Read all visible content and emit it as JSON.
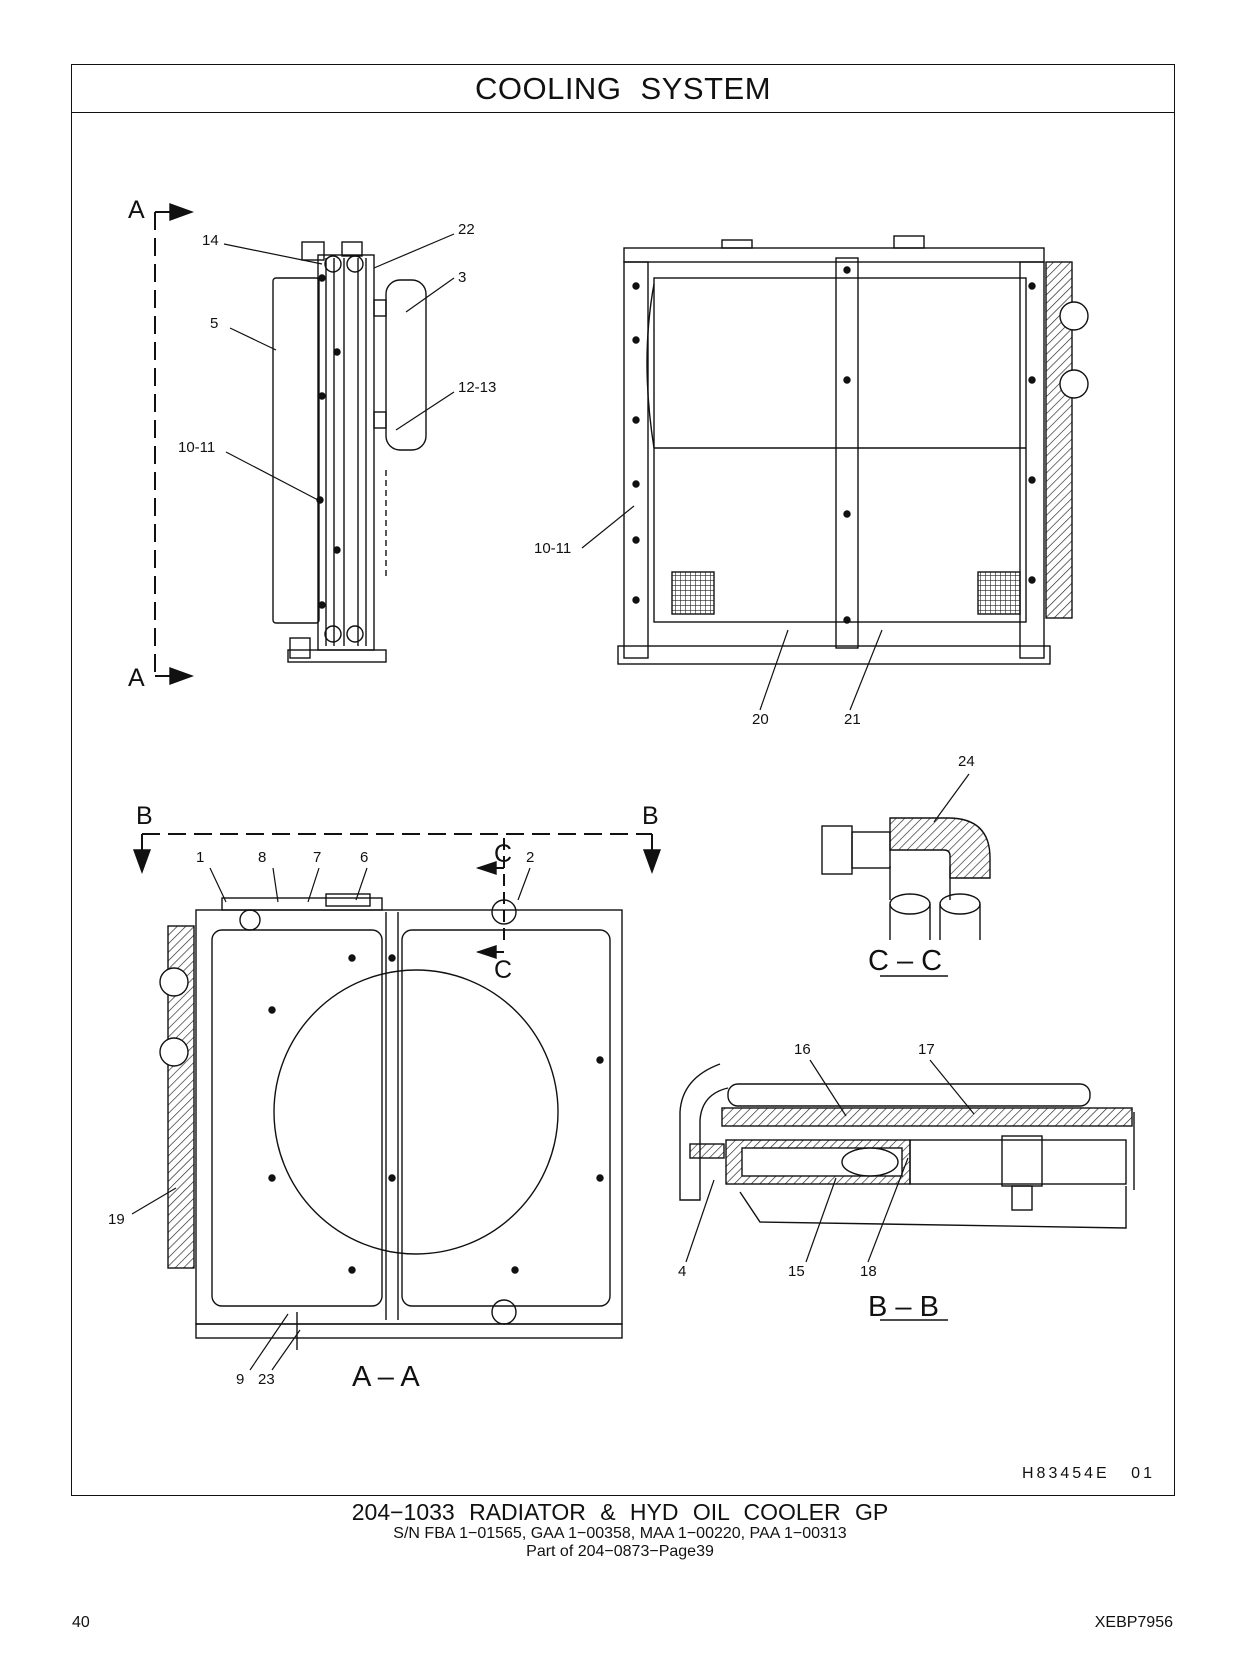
{
  "header": {
    "title": "COOLING   SYSTEM"
  },
  "section_labels": {
    "a_top": "A",
    "a_bottom": "A",
    "b_left": "B",
    "b_right": "B",
    "c_top": "C",
    "c_bottom": "C",
    "view_aa": "A – A",
    "view_bb": "B – B",
    "view_cc": "C – C"
  },
  "callouts": {
    "c1": "1",
    "c2": "2",
    "c3": "3",
    "c4": "4",
    "c5": "5",
    "c6": "6",
    "c7": "7",
    "c8": "8",
    "c9": "9",
    "c10_11_a": "10-11",
    "c10_11_b": "10-11",
    "c12_13": "12-13",
    "c14": "14",
    "c15": "15",
    "c16": "16",
    "c17": "17",
    "c18": "18",
    "c19": "19",
    "c20": "20",
    "c21": "21",
    "c22": "22",
    "c23": "23",
    "c24": "24"
  },
  "drawing_id": "H83454E   01",
  "caption": {
    "title": "204−1033  RADIATOR & HYD OIL COOLER GP",
    "serials": "S/N FBA 1−01565, GAA 1−00358, MAA 1−00220, PAA 1−00313",
    "part_of": "Part of 204−0873−Page39"
  },
  "footer": {
    "page_number": "40",
    "doc_code": "XEBP7956"
  }
}
